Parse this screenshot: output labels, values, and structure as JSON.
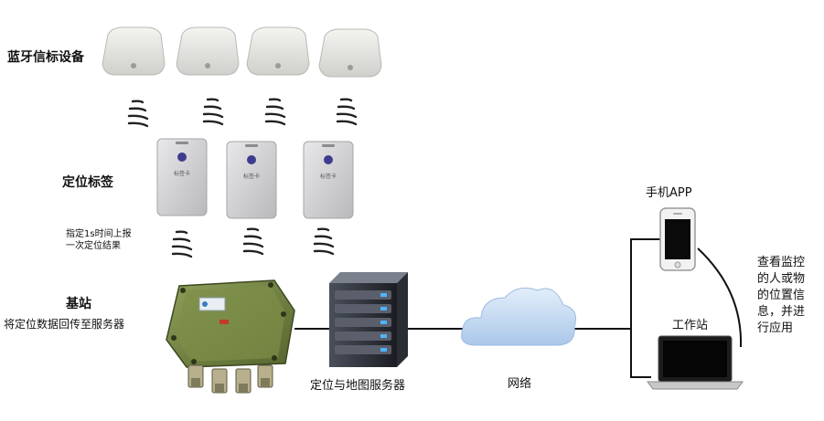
{
  "labels": {
    "beacon_title": "蓝牙信标设备",
    "tag_title": "定位标签",
    "tag_note_line1": "指定1s时间上报",
    "tag_note_line2": "一次定位结果",
    "base_title": "基站",
    "base_desc": "将定位数据回传至服务器",
    "server_label": "定位与地图服务器",
    "network_label": "网络",
    "phone_label": "手机APP",
    "workstation_label": "工作站",
    "note_lines": [
      "查看监控",
      "的人或物",
      "的位置信",
      "息，并进",
      "行应用"
    ]
  },
  "tag_card_text": "标签卡"
}
